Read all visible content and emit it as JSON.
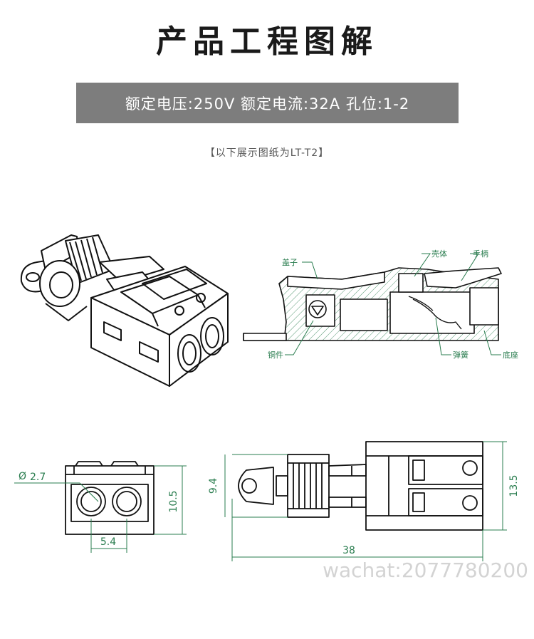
{
  "title": "产品工程图解",
  "spec_band": "额定电压:250V 额定电流:32A 孔位:1-2",
  "note": "【以下展示图纸为LT-T2】",
  "section_labels": {
    "cover": "盖子",
    "shell": "壳体",
    "handle": "手柄",
    "copper": "铜件",
    "spring": "弹簧",
    "base": "底座"
  },
  "dimensions": {
    "hole_dia": "2.7",
    "height_front": "10.5",
    "pitch": "5.4",
    "height_side": "9.4",
    "width_total": "13.5",
    "length_total": "38"
  },
  "watermark": "wachat:2077780200",
  "colors": {
    "accent_green": "#2a7d4f",
    "band_gray": "#7d7d7d",
    "line_black": "#111111"
  }
}
